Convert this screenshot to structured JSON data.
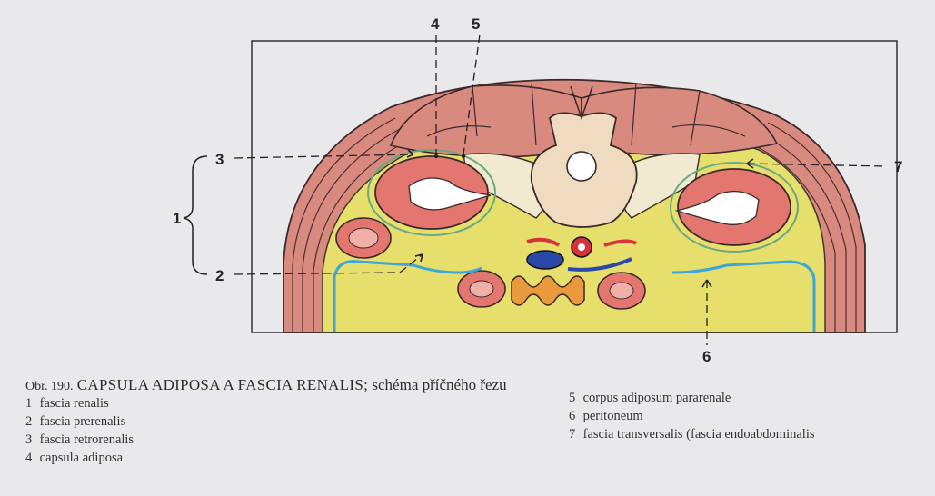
{
  "caption": {
    "prefix": "Obr. 190.",
    "title": "CAPSULA ADIPOSA A FASCIA RENALIS;",
    "subtitle": "schéma příčného řezu"
  },
  "legend": [
    {
      "num": "1",
      "text": "fascia renalis"
    },
    {
      "num": "2",
      "text": "fascia prerenalis"
    },
    {
      "num": "3",
      "text": "fascia retrorenalis"
    },
    {
      "num": "4",
      "text": "capsula adiposa"
    },
    {
      "num": "5",
      "text": "corpus adiposum pararenale"
    },
    {
      "num": "6",
      "text": "peritoneum"
    },
    {
      "num": "7",
      "text": "fascia transversalis (fascia endoabdominalis"
    }
  ],
  "labels": {
    "l1": "1",
    "l2": "2",
    "l3": "3",
    "l4": "4",
    "l5": "5",
    "l6": "6",
    "l7": "7"
  },
  "colors": {
    "muscle": "#d98a7e",
    "fat": "#e6df6c",
    "fascia": "#93c4a6",
    "peritoneum": "#3da6d8",
    "bone": "#efdcc0",
    "kidney": "#e3776f",
    "paper": "#e9e9ec"
  }
}
